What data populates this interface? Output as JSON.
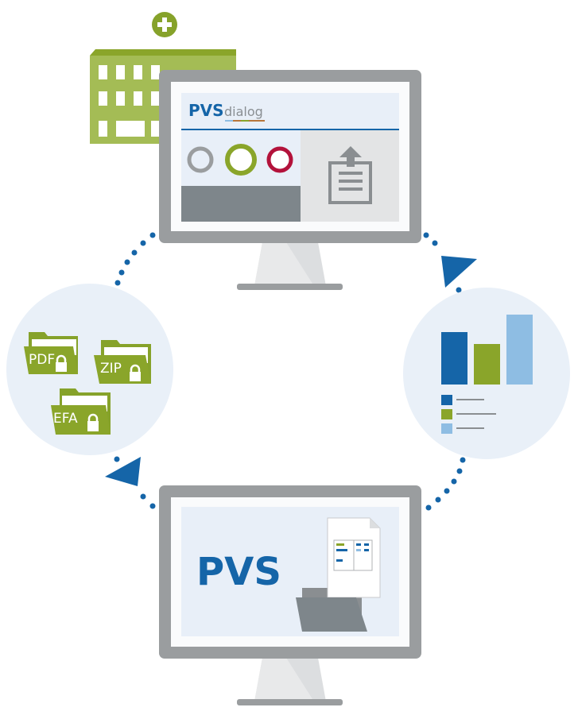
{
  "top_monitor": {
    "logo_main": "PVS",
    "logo_sub": "dialog"
  },
  "bottom_monitor": {
    "logo": "PVS"
  },
  "files": [
    {
      "label": "PDF"
    },
    {
      "label": "ZIP"
    },
    {
      "label": "EFA"
    }
  ],
  "colors": {
    "blue": "#1565a8",
    "green": "#8aa52a",
    "light_blue": "#8ebde3",
    "red": "#b3123b",
    "gray": "#9a9d9f",
    "circle_bg": "#e9f0f8"
  }
}
